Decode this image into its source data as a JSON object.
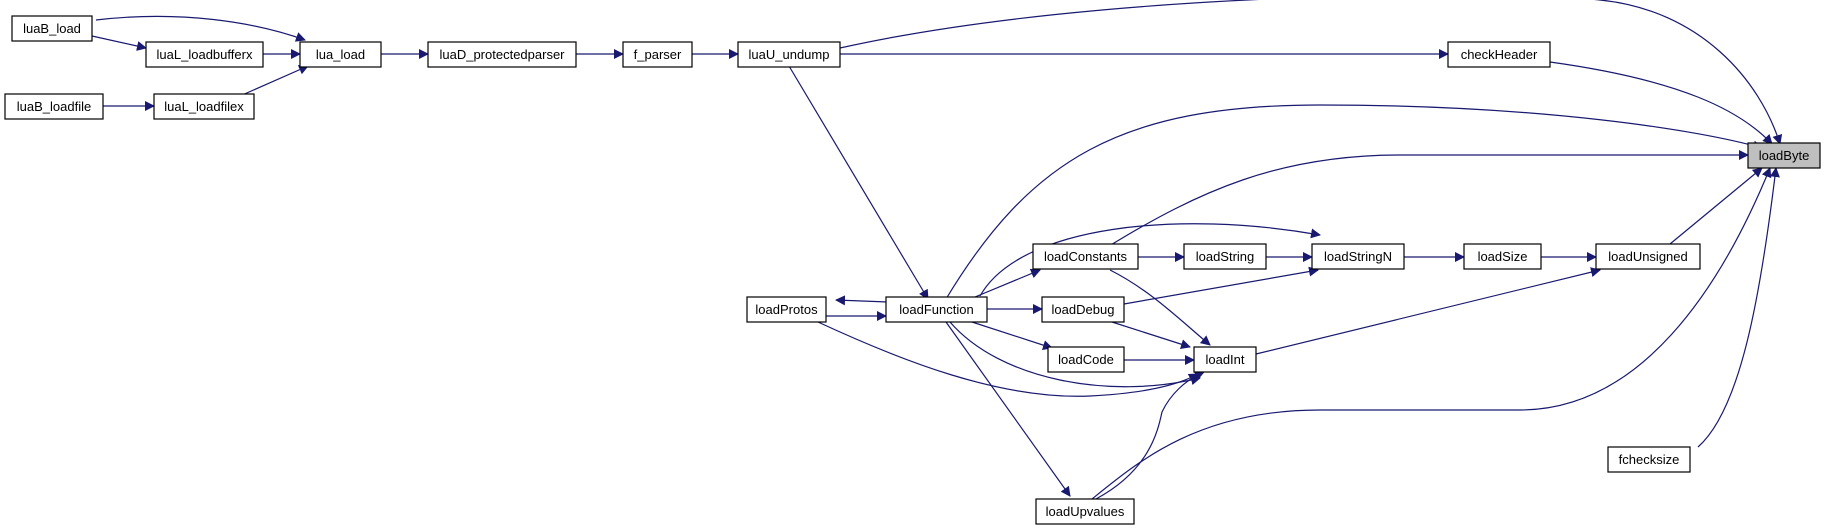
{
  "colors": {
    "edge": "#191970",
    "node_fill": "#ffffff",
    "node_border": "#000000",
    "highlight_fill": "#bfbfbf"
  },
  "nodes": {
    "luaB_load": "luaB_load",
    "luaL_loadbufferx": "luaL_loadbufferx",
    "lua_load": "lua_load",
    "luaD_protectedparser": "luaD_protectedparser",
    "f_parser": "f_parser",
    "luaU_undump": "luaU_undump",
    "checkHeader": "checkHeader",
    "luaB_loadfile": "luaB_loadfile",
    "luaL_loadfilex": "luaL_loadfilex",
    "loadByte": "loadByte",
    "loadConstants": "loadConstants",
    "loadString": "loadString",
    "loadStringN": "loadStringN",
    "loadSize": "loadSize",
    "loadUnsigned": "loadUnsigned",
    "loadProtos": "loadProtos",
    "loadFunction": "loadFunction",
    "loadDebug": "loadDebug",
    "loadCode": "loadCode",
    "loadInt": "loadInt",
    "fchecksize": "fchecksize",
    "loadUpvalues": "loadUpvalues"
  },
  "edges": [
    [
      "luaB_load",
      "lua_load"
    ],
    [
      "luaB_load",
      "luaL_loadbufferx"
    ],
    [
      "luaL_loadbufferx",
      "lua_load"
    ],
    [
      "luaB_loadfile",
      "luaL_loadfilex"
    ],
    [
      "luaL_loadfilex",
      "lua_load"
    ],
    [
      "lua_load",
      "luaD_protectedparser"
    ],
    [
      "luaD_protectedparser",
      "f_parser"
    ],
    [
      "f_parser",
      "luaU_undump"
    ],
    [
      "luaU_undump",
      "checkHeader"
    ],
    [
      "luaU_undump",
      "loadByte"
    ],
    [
      "luaU_undump",
      "loadFunction"
    ],
    [
      "checkHeader",
      "loadByte"
    ],
    [
      "loadFunction",
      "loadByte"
    ],
    [
      "loadConstants",
      "loadByte"
    ],
    [
      "loadUnsigned",
      "loadByte"
    ],
    [
      "loadUpvalues",
      "loadByte"
    ],
    [
      "fchecksize",
      "loadByte"
    ],
    [
      "loadFunction",
      "loadConstants"
    ],
    [
      "loadFunction",
      "loadDebug"
    ],
    [
      "loadFunction",
      "loadCode"
    ],
    [
      "loadFunction",
      "loadProtos"
    ],
    [
      "loadProtos",
      "loadFunction"
    ],
    [
      "loadFunction",
      "loadStringN"
    ],
    [
      "loadFunction",
      "loadInt"
    ],
    [
      "loadFunction",
      "loadUpvalues"
    ],
    [
      "loadProtos",
      "loadInt"
    ],
    [
      "loadConstants",
      "loadString"
    ],
    [
      "loadString",
      "loadStringN"
    ],
    [
      "loadDebug",
      "loadStringN"
    ],
    [
      "loadConstants",
      "loadInt"
    ],
    [
      "loadDebug",
      "loadInt"
    ],
    [
      "loadCode",
      "loadInt"
    ],
    [
      "loadUpvalues",
      "loadInt"
    ],
    [
      "loadStringN",
      "loadSize"
    ],
    [
      "loadSize",
      "loadUnsigned"
    ],
    [
      "loadInt",
      "loadUnsigned"
    ]
  ]
}
